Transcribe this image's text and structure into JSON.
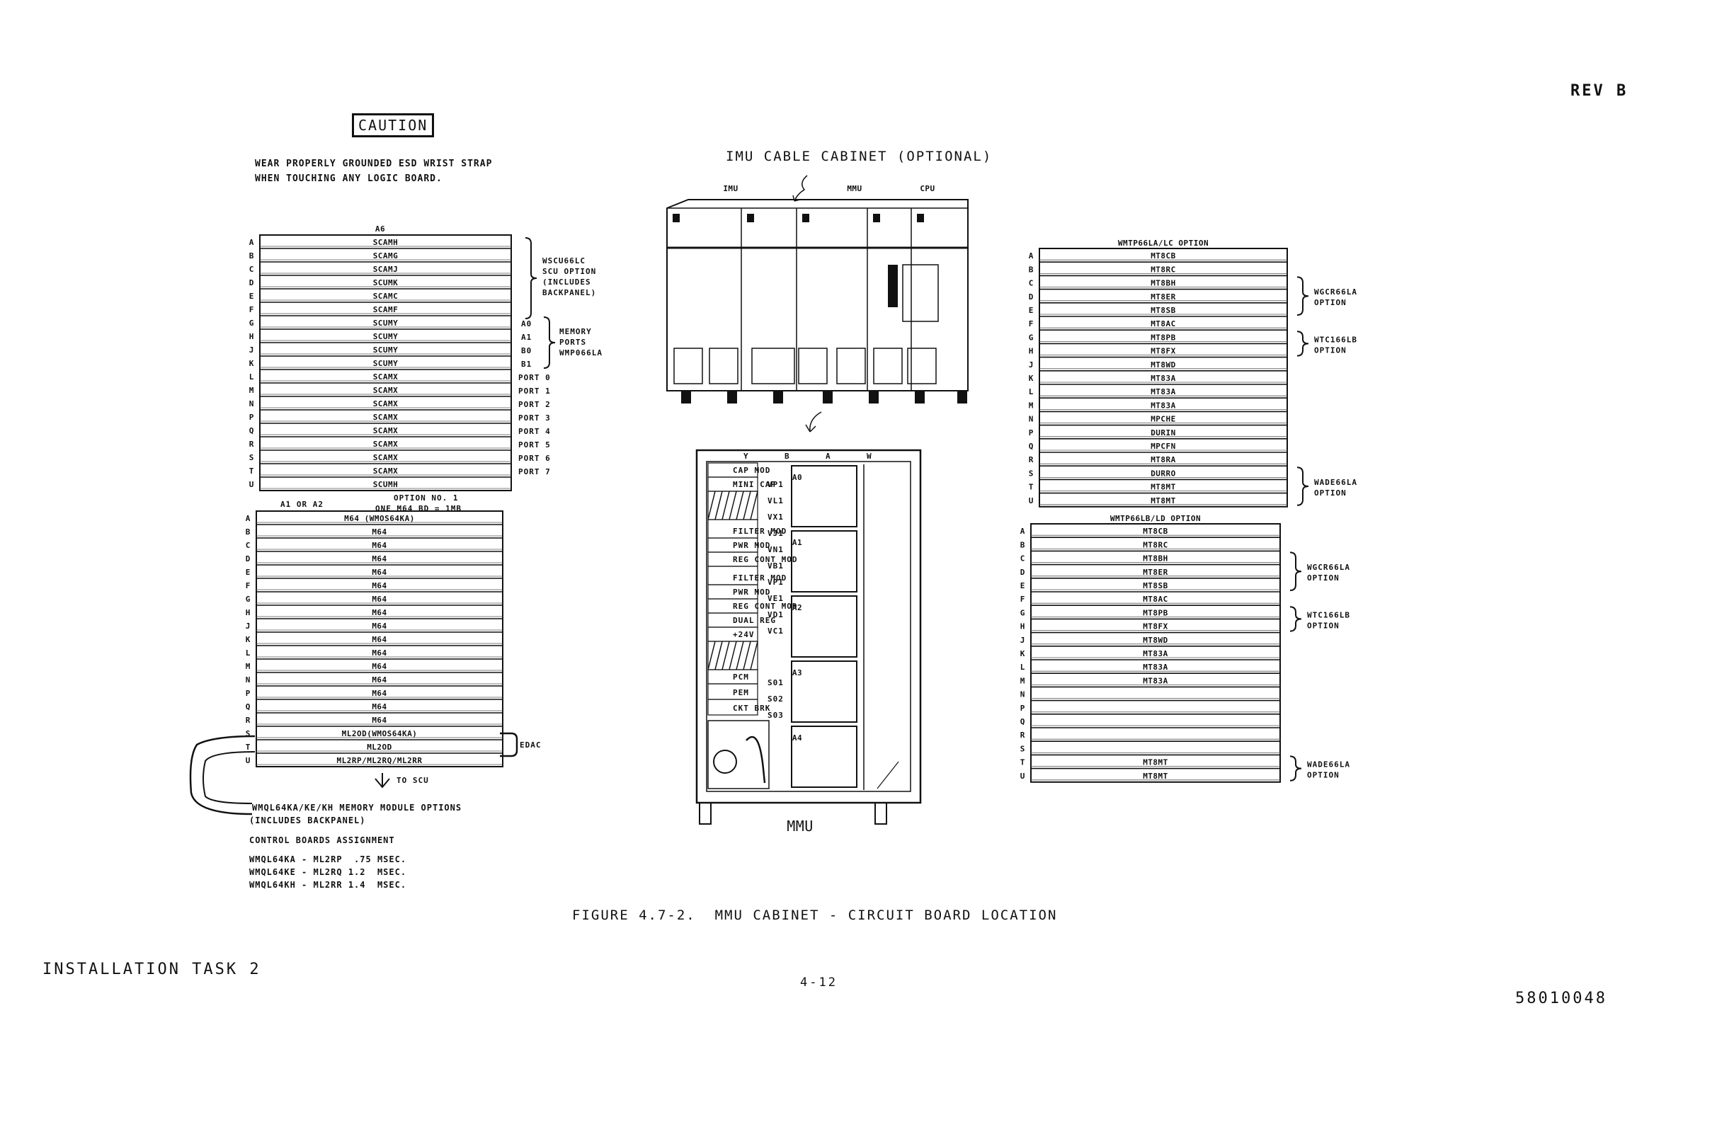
{
  "header": {
    "rev": "REV B"
  },
  "caution": {
    "label": "CAUTION",
    "line1": "WEAR PROPERLY GROUNDED ESD WRIST STRAP",
    "line2": "WHEN TOUCHING ANY LOGIC BOARD."
  },
  "row_letters": [
    "A",
    "B",
    "C",
    "D",
    "E",
    "F",
    "G",
    "H",
    "J",
    "K",
    "L",
    "M",
    "N",
    "P",
    "Q",
    "R",
    "S",
    "T",
    "U"
  ],
  "scu_rack": {
    "top_label": "A6",
    "slots": [
      "SCAMH",
      "SCAMG",
      "SCAMJ",
      "SCUMK",
      "SCAMC",
      "SCAMF",
      "SCUMY",
      "SCUMY",
      "SCUMY",
      "SCUMY",
      "SCAMX",
      "SCAMX",
      "SCAMX",
      "SCAMX",
      "SCAMX",
      "SCAMX",
      "SCAMX",
      "SCAMX",
      "SCUMH"
    ],
    "scu_option": [
      "WSCU66LC",
      "SCU OPTION",
      "(INCLUDES",
      "BACKPANEL)"
    ],
    "memory_ports_rows": [
      "A0",
      "A1",
      "B0",
      "B1"
    ],
    "memory_ports_label": [
      "MEMORY",
      "PORTS",
      "WMP066LA"
    ],
    "ports": [
      "PORT 0",
      "PORT 1",
      "PORT 2",
      "PORT 3",
      "PORT 4",
      "PORT 5",
      "PORT 6",
      "PORT 7"
    ]
  },
  "memory_rack": {
    "left_label": "A1 OR A2",
    "option_line1": "OPTION NO. 1",
    "option_line2": "ONE M64 BD = 1MB",
    "slots": [
      "M64 (WMOS64KA)",
      "M64",
      "M64",
      "M64",
      "M64",
      "M64",
      "M64",
      "M64",
      "M64",
      "M64",
      "M64",
      "M64",
      "M64",
      "M64",
      "M64",
      "M64",
      "ML2OD(WMOS64KA)",
      "ML2OD",
      "ML2RP/ML2RQ/ML2RR"
    ],
    "edac": "EDAC",
    "to_scu": "TO SCU",
    "module_options_line1": "WMQL64KA/KE/KH MEMORY MODULE OPTIONS",
    "module_options_line2": "(INCLUDES BACKPANEL)",
    "control_heading": "CONTROL BOARDS ASSIGNMENT",
    "control_lines": [
      "WMQL64KA - ML2RP  .75 MSEC.",
      "WMQL64KE - ML2RQ 1.2  MSEC.",
      "WMQL64KH - ML2RR 1.4  MSEC."
    ]
  },
  "cabinet": {
    "title": "IMU CABLE CABINET (OPTIONAL)",
    "sections": [
      "IMU",
      "MMU",
      "CPU"
    ],
    "bottom_label": "MMU",
    "col_letters": [
      "Y",
      "B",
      "A",
      "W"
    ],
    "modules": [
      "CAP MOD",
      "MINI CAP",
      "FILTER MOD",
      "PWR MOD",
      "REG CONT MOD",
      "FILTER MOD",
      "PWR MOD",
      "REG CONT MOD",
      "DUAL REG",
      "+24V",
      "PCM",
      "PEM",
      "CKT BRK"
    ],
    "side_labels": [
      "VP1",
      "VL1",
      "VX1",
      "VJ1",
      "VN1",
      "VB1",
      "VP1",
      "VE1",
      "VD1",
      "VC1",
      "S01",
      "S02",
      "S03"
    ],
    "bays": [
      "A0",
      "A1",
      "A2",
      "A3",
      "A4"
    ]
  },
  "wmtp_lc": {
    "title": "WMTP66LA/LC OPTION",
    "slots": [
      "MT8CB",
      "MT8RC",
      "MT8BH",
      "MT8ER",
      "MT8SB",
      "MT8AC",
      "MT8PB",
      "MT8FX",
      "MT8WD",
      "MT83A",
      "MT83A",
      "MT83A",
      "MPCHE",
      "DURIN",
      "MPCFN",
      "MT8RA",
      "DURRO",
      "MT8MT",
      "MT8MT"
    ],
    "opt1": [
      "WGCR66LA",
      "OPTION"
    ],
    "opt2": [
      "WTC166LB",
      "OPTION"
    ],
    "opt3": [
      "WADE66LA",
      "OPTION"
    ]
  },
  "wmtp_ld": {
    "title": "WMTP66LB/LD OPTION",
    "slots": [
      "MT8CB",
      "MT8RC",
      "MT8BH",
      "MT8ER",
      "MT8SB",
      "MT8AC",
      "MT8PB",
      "MT8FX",
      "MT8WD",
      "MT83A",
      "MT83A",
      "MT83A",
      "",
      "",
      "",
      "",
      "",
      "MT8MT",
      "MT8MT"
    ],
    "opt1": [
      "WGCR66LA",
      "OPTION"
    ],
    "opt2": [
      "WTC166LB",
      "OPTION"
    ],
    "opt3": [
      "WADE66LA",
      "OPTION"
    ]
  },
  "caption": "FIGURE 4.7-2.  MMU CABINET - CIRCUIT BOARD LOCATION",
  "footer": {
    "left": "INSTALLATION TASK 2",
    "center": "4-12",
    "right": "58010048"
  }
}
